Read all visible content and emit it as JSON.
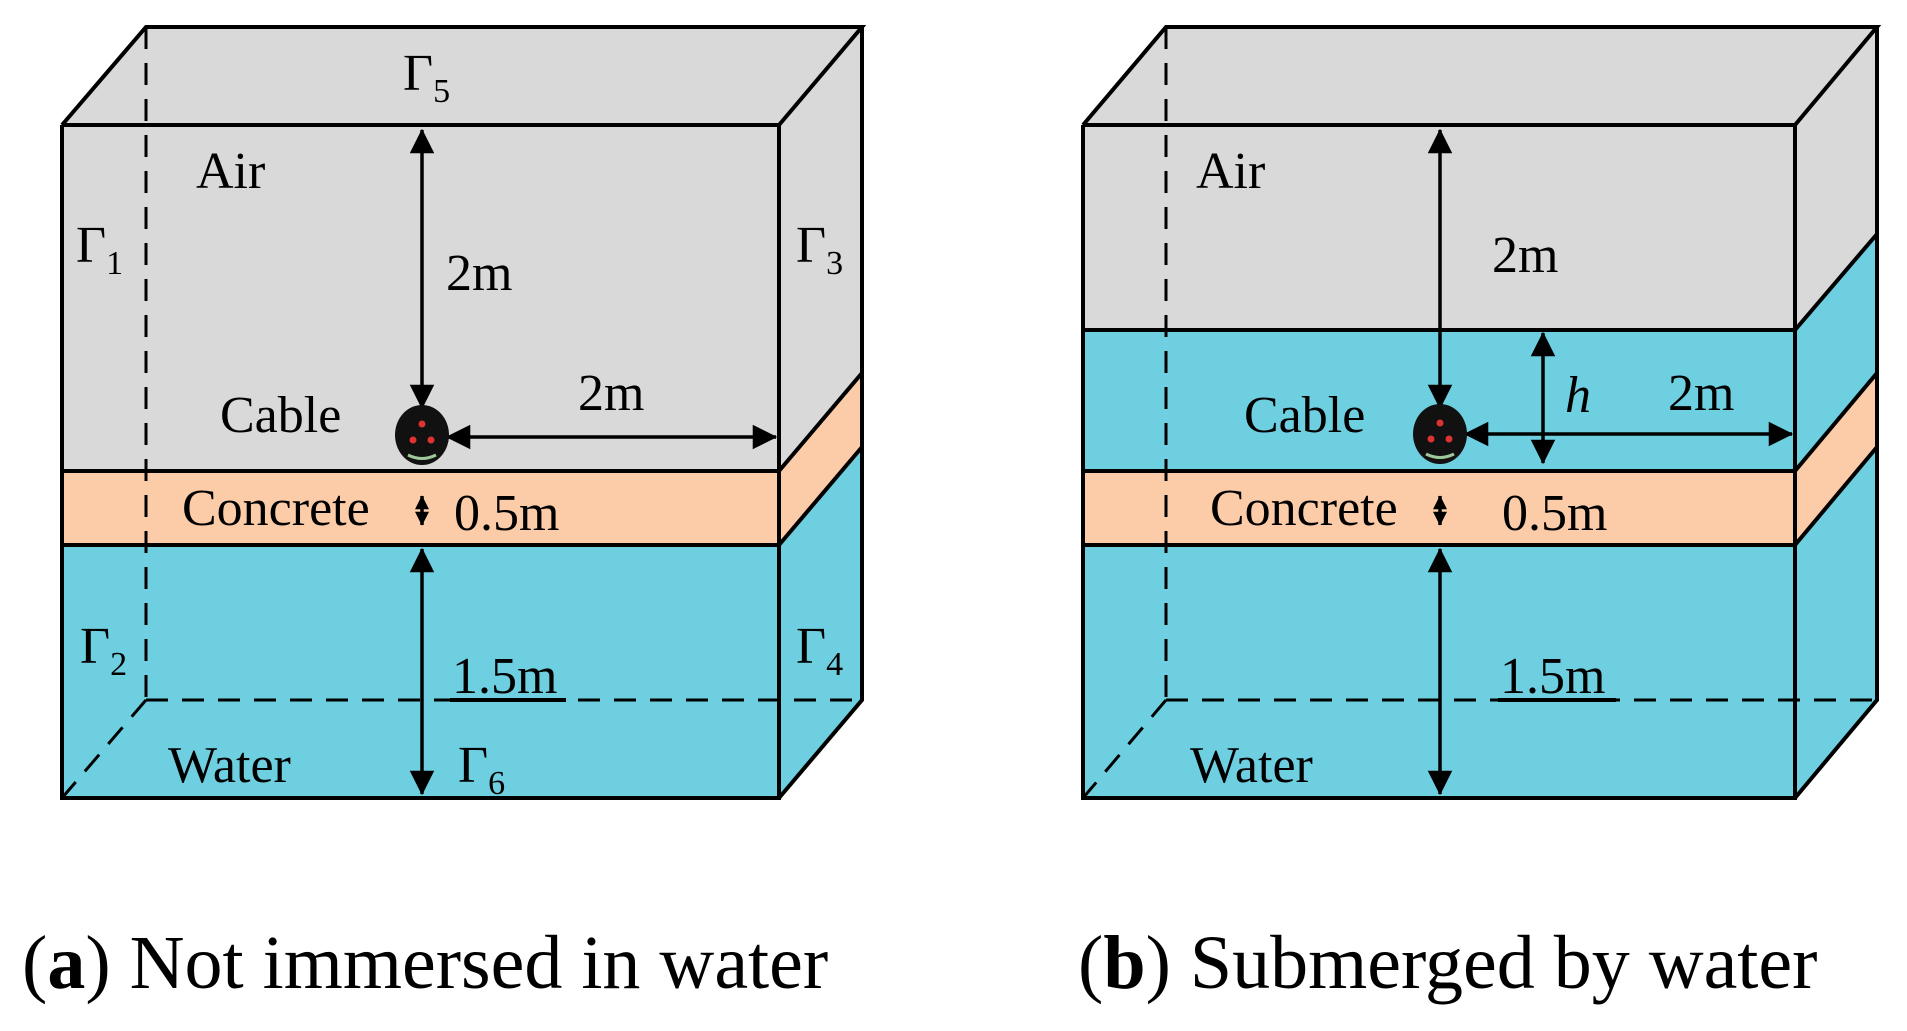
{
  "colors": {
    "air": "#d9d9d9",
    "water": "#6dcfe0",
    "concrete": "#fccca8",
    "line": "#000000"
  },
  "panel_a": {
    "boundaries": {
      "g1": "Γ",
      "g1_sub": "1",
      "g2": "Γ",
      "g2_sub": "2",
      "g3": "Γ",
      "g3_sub": "3",
      "g4": "Γ",
      "g4_sub": "4",
      "g5": "Γ",
      "g5_sub": "5",
      "g6": "Γ",
      "g6_sub": "6"
    },
    "labels": {
      "air": "Air",
      "cable": "Cable",
      "concrete": "Concrete",
      "water": "Water",
      "dim_top": "2m",
      "dim_right": "2m",
      "dim_concrete": "0.5m",
      "dim_bottom": "1.5m"
    },
    "caption_letter": "a",
    "caption_text": " Not immersed in water"
  },
  "panel_b": {
    "labels": {
      "air": "Air",
      "cable": "Cable",
      "concrete": "Concrete",
      "water": "Water",
      "dim_top": "2m",
      "dim_h": "h",
      "dim_right": "2m",
      "dim_concrete": "0.5m",
      "dim_bottom": "1.5m"
    },
    "caption_letter": "b",
    "caption_text": " Submerged by water"
  }
}
